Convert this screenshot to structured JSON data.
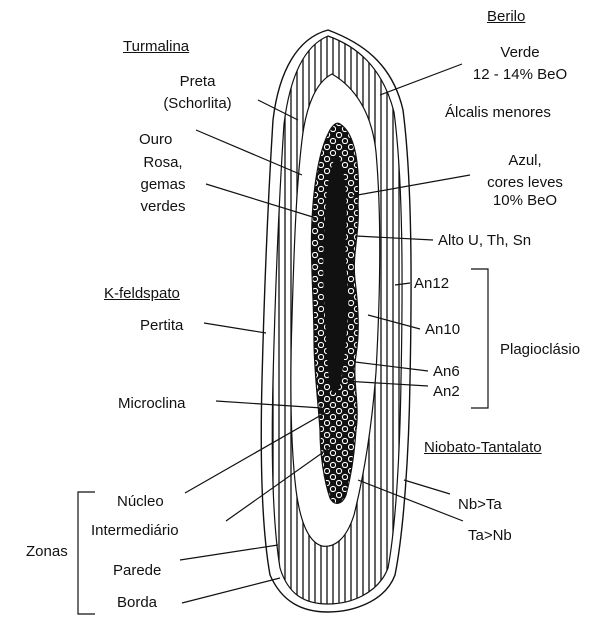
{
  "turmalina": {
    "heading": "Turmalina",
    "preta": "Preta",
    "schorlita": "(Schorlita)",
    "ouro": "Ouro",
    "rosa": "Rosa,",
    "gemas": "gemas",
    "verdes": "verdes"
  },
  "berilo": {
    "heading": "Berilo",
    "verde": "Verde",
    "beo_12": "12 - 14% BeO",
    "alcalis": "Álcalis menores",
    "azul": "Azul,",
    "cores": "cores leves",
    "beo_10": "10% BeO"
  },
  "alto_u": "Alto U, Th, Sn",
  "kfeldspato": {
    "heading": "K-feldspato",
    "pertita": "Pertita",
    "microclina": "Microclina"
  },
  "plagioclasio": {
    "label": "Plagioclásio",
    "an12": "An12",
    "an10": "An10",
    "an6": "An6",
    "an2": "An2"
  },
  "niobato": {
    "heading": "Niobato-Tantalato",
    "nb_ta": "Nb>Ta",
    "ta_nb": "Ta>Nb"
  },
  "zonas": {
    "label": "Zonas",
    "nucleo": "Núcleo",
    "intermediario": "Intermediário",
    "parede": "Parede",
    "borda": "Borda"
  }
}
